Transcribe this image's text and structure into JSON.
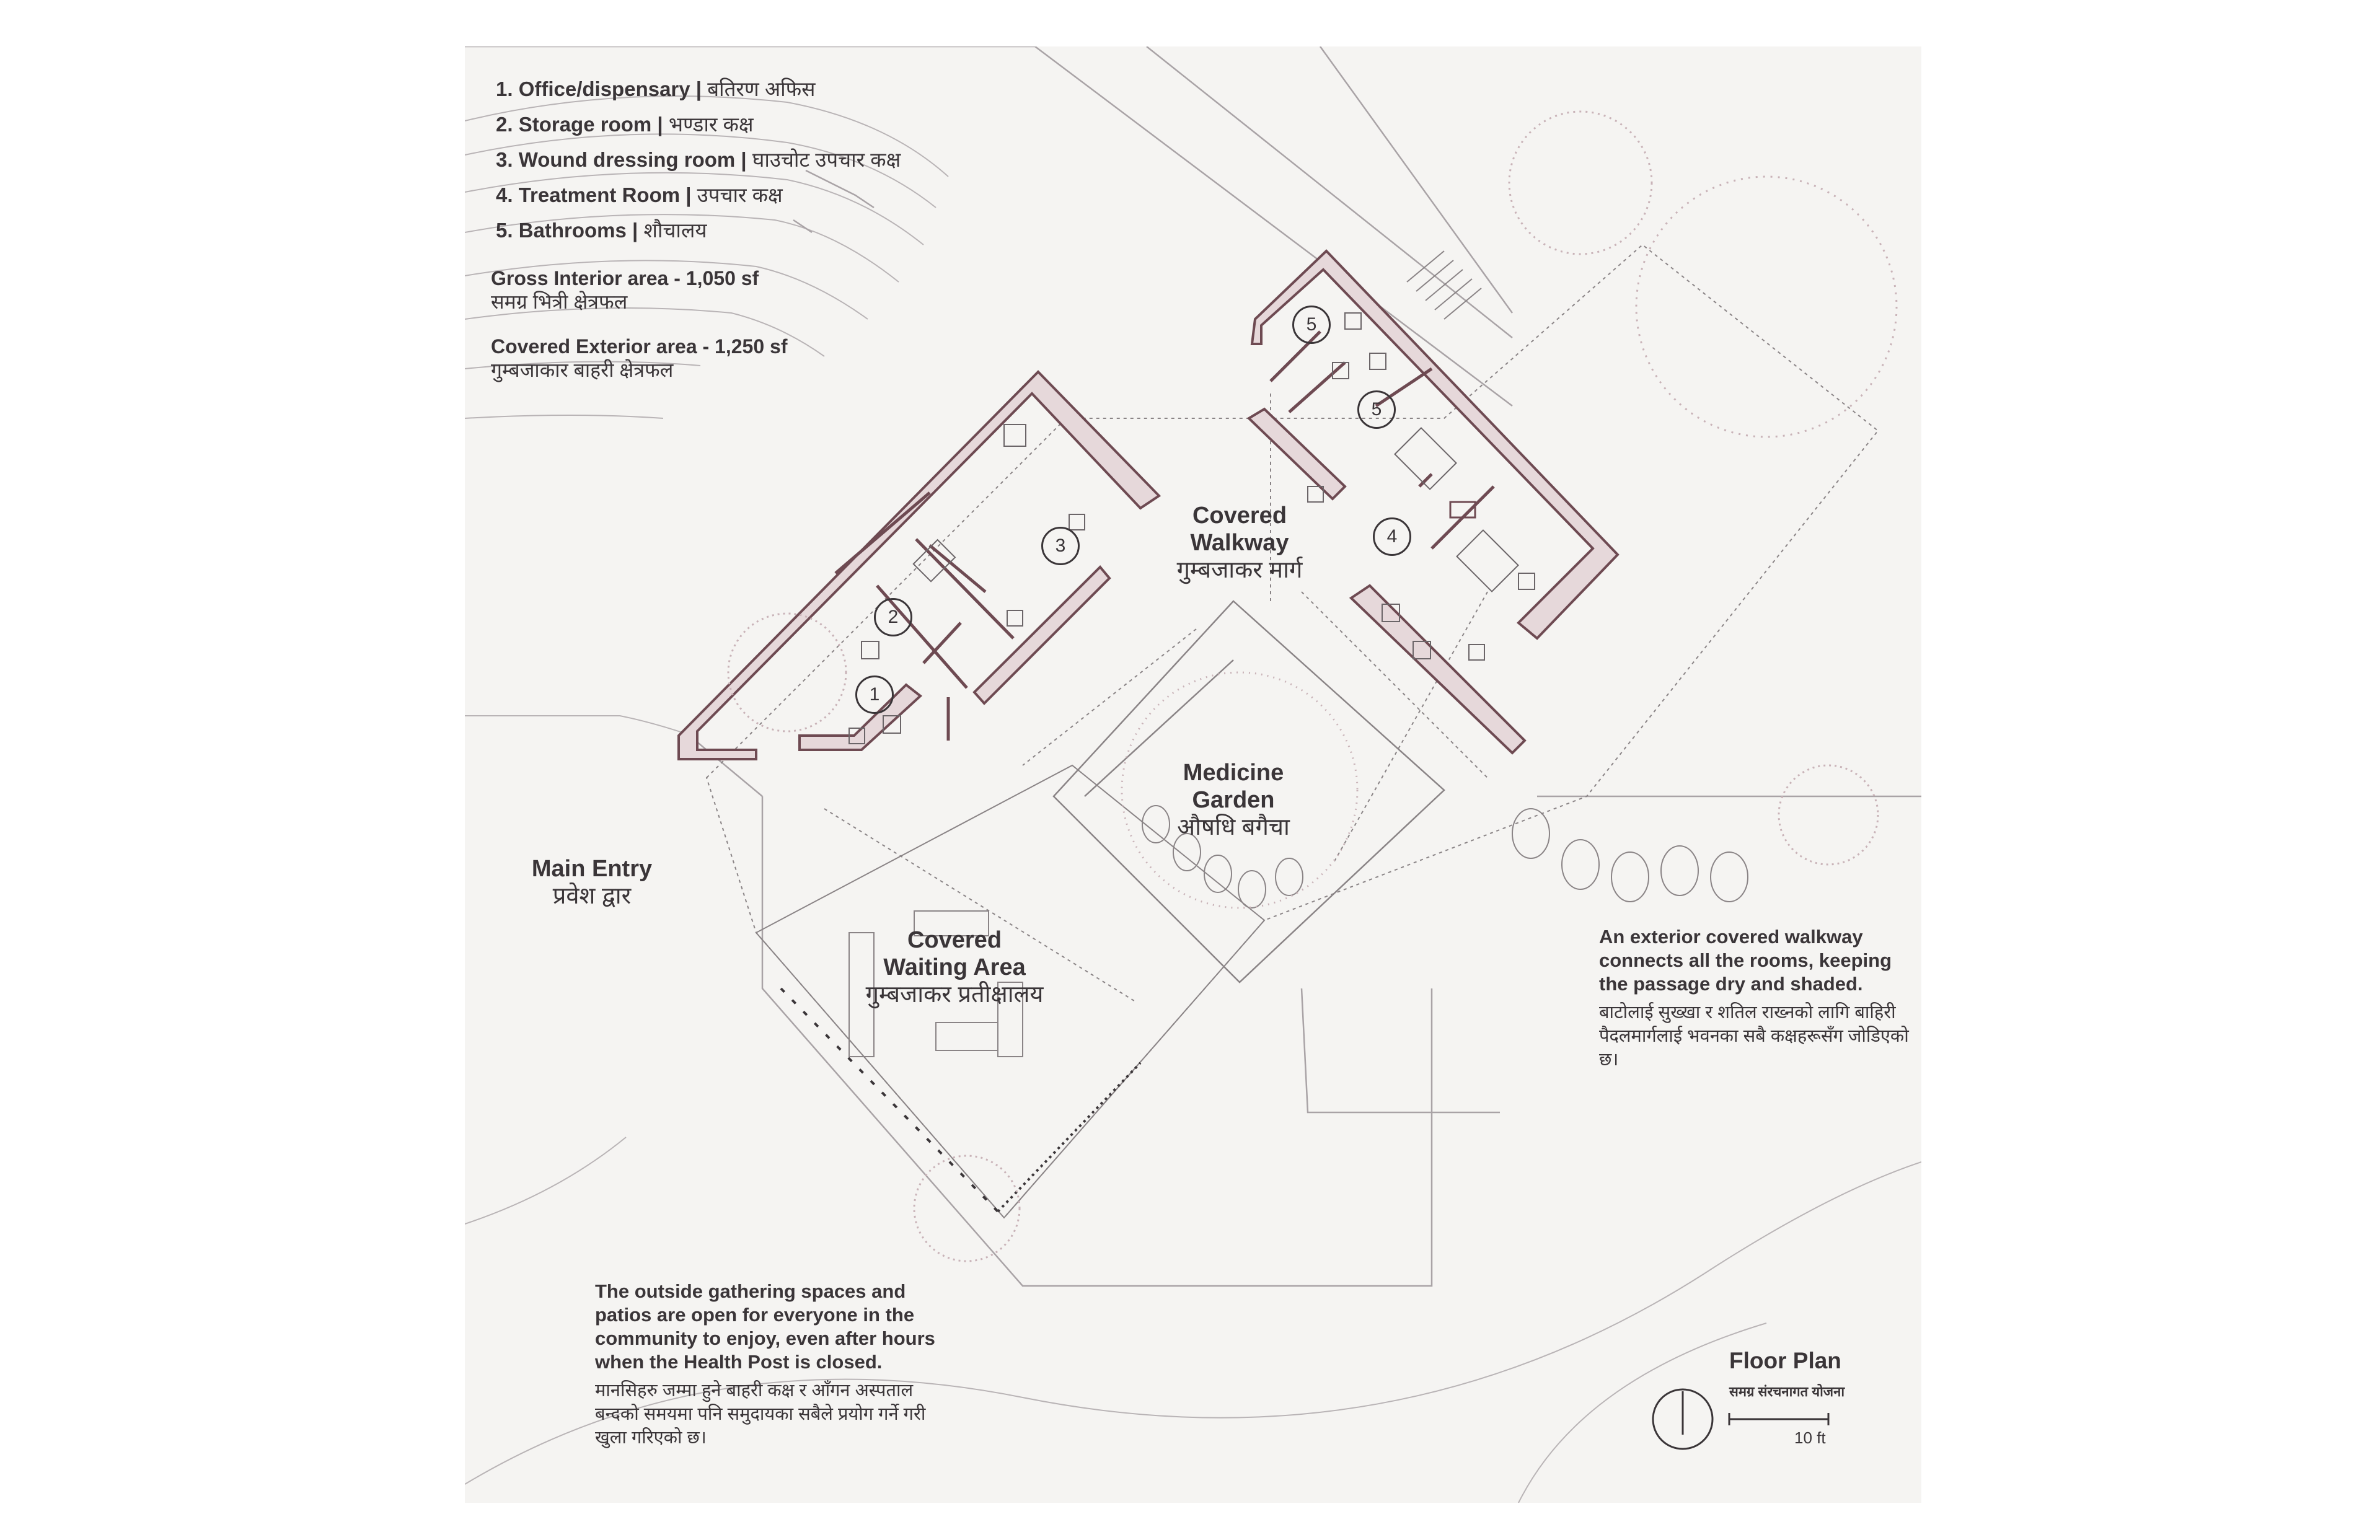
{
  "legend": [
    {
      "en": "1. Office/dispensary",
      "np": "बतिरण अफिस"
    },
    {
      "en": "2. Storage room",
      "np": "भण्डार कक्ष"
    },
    {
      "en": "3. Wound dressing room",
      "np": "घाउचोट उपचार कक्ष"
    },
    {
      "en": "4. Treatment Room",
      "np": "उपचार कक्ष"
    },
    {
      "en": "5. Bathrooms",
      "np": "शौचालय"
    }
  ],
  "areas": {
    "gross_interior": {
      "en": "Gross Interior  area - 1,050 sf",
      "np": "समग्र भित्री क्षेत्रफल"
    },
    "covered_exterior": {
      "en": "Covered Exterior area - 1,250 sf",
      "np": "गुम्बजाकार बाहरी क्षेत्रफल"
    }
  },
  "labels": {
    "covered_walkway": {
      "en1": "Covered",
      "en2": "Walkway",
      "np": "गुम्बजाकर मार्ग"
    },
    "medicine_garden": {
      "en1": "Medicine",
      "en2": "Garden",
      "np": "औषधि बगैचा"
    },
    "main_entry": {
      "en": "Main Entry",
      "np": "प्रवेश द्वार"
    },
    "waiting_area": {
      "en1": "Covered",
      "en2": "Waiting Area",
      "np": "गुम्बजाकर प्रतीक्षालय"
    }
  },
  "room_numbers": [
    "1",
    "2",
    "3",
    "4",
    "5",
    "5"
  ],
  "notes": {
    "walkway": {
      "en": "An  exterior covered walkway connects all the rooms, keeping the passage dry and shaded.",
      "np": "बाटोलाई सुख्खा र शतिल राख्नको लागि बाहिरी पैदलमार्गलाई भवनका सबै कक्षहरूसँग जोडिएको छ।"
    },
    "gathering": {
      "en": "The outside gathering spaces and patios are open for everyone in the community to enjoy, even after hours when the Health Post is closed.",
      "np": "मानसिहरु जम्मा हुने बाहरी कक्ष र आँगन अस्पताल बन्दको समयमा पनि समुदायका सबैले प्रयोग गर्ने गरी खुला गरिएको छ।"
    }
  },
  "floor_plan": {
    "title": "Floor Plan",
    "subtitle": "समग्र संरचनागत योजना",
    "scale": "10 ft",
    "north_icon": "north-arrow-icon"
  },
  "colors": {
    "wall": "#6e4a52",
    "wall_fill": "#e6d8da",
    "ink": "#3a3538",
    "line": "#9a9496",
    "tree": "#c9b3b8",
    "sheet": "#f5f4f2"
  }
}
